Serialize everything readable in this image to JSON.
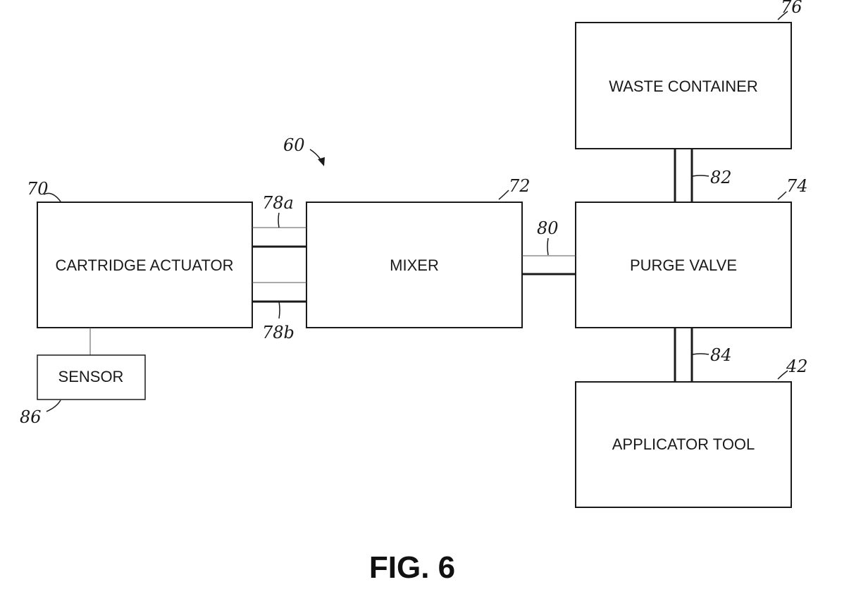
{
  "boxes": {
    "cartridge_actuator": {
      "label": "CARTRIDGE ACTUATOR",
      "ref": "70"
    },
    "mixer": {
      "label": "MIXER",
      "ref": "72"
    },
    "purge_valve": {
      "label": "PURGE VALVE",
      "ref": "74"
    },
    "waste_container": {
      "label": "WASTE CONTAINER",
      "ref": "76"
    },
    "applicator_tool": {
      "label": "APPLICATOR TOOL",
      "ref": "42"
    },
    "sensor": {
      "label": "SENSOR",
      "ref": "86"
    }
  },
  "connections": {
    "line_78a": {
      "ref": "78a"
    },
    "line_78b": {
      "ref": "78b"
    },
    "line_80": {
      "ref": "80"
    },
    "line_82": {
      "ref": "82"
    },
    "line_84": {
      "ref": "84"
    }
  },
  "system_ref": "60",
  "figure_label": "FIG. 6"
}
